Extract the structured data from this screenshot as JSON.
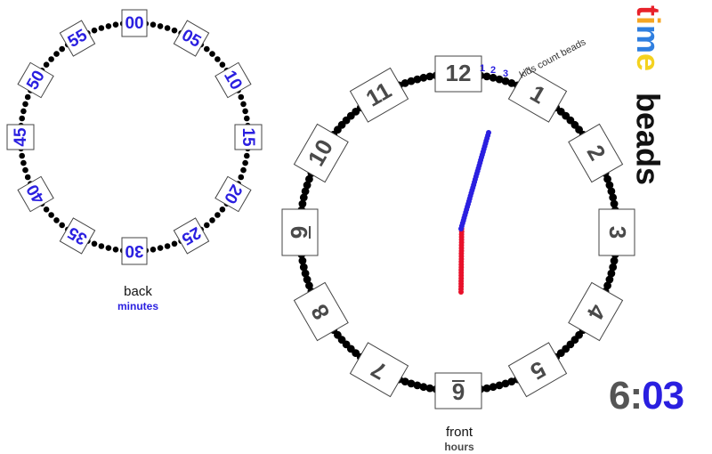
{
  "back_dial": {
    "labels": [
      "00",
      "05",
      "10",
      "15",
      "20",
      "25",
      "30",
      "35",
      "40",
      "45",
      "50",
      "55"
    ],
    "caption": "back",
    "caption_sub": "minutes"
  },
  "front_dial": {
    "labels": [
      "12",
      "1",
      "2",
      "3",
      "4",
      "5",
      "6",
      "7",
      "8",
      "9",
      "10",
      "11"
    ],
    "caption": "front",
    "caption_sub": "hours",
    "count_hint": [
      "1",
      "2",
      "3"
    ],
    "count_note": "kids count beads"
  },
  "logo": {
    "word1": "time",
    "word2": "beads",
    "word1_colors": [
      "#e8212a",
      "#f5a623",
      "#2f7fe0",
      "#f4d21f"
    ]
  },
  "time": {
    "hours": "6",
    "separator": ":",
    "minutes": "03"
  },
  "colors": {
    "minutes": "#2a1fe0",
    "hours_text": "#4a4a4a",
    "hand_red": "#e8112a",
    "hand_blue": "#2a1fe0",
    "bead": "#000000"
  }
}
